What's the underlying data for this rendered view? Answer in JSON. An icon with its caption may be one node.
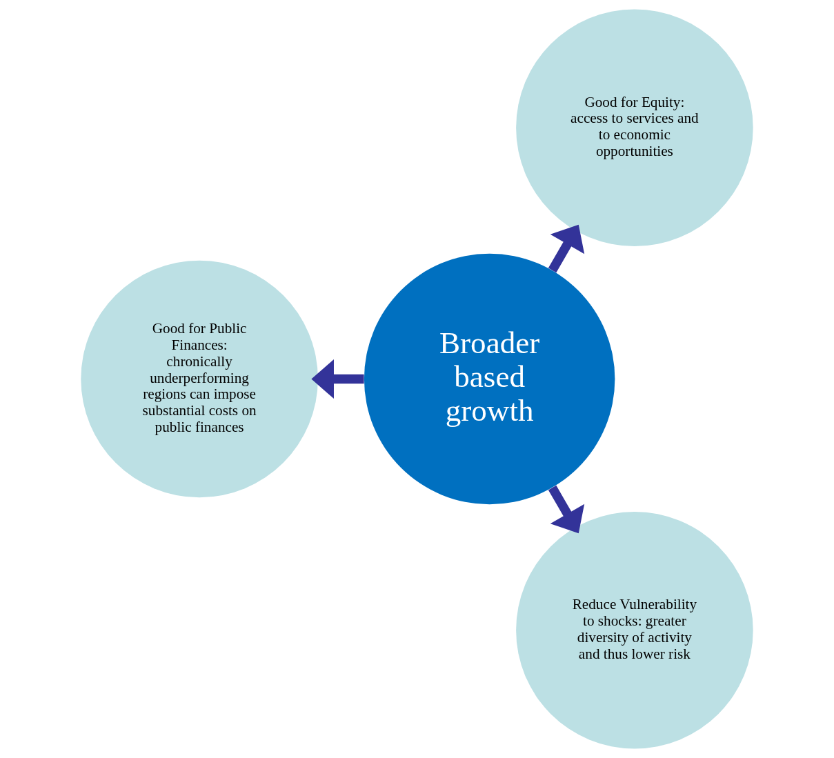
{
  "diagram": {
    "nodes": [
      {
        "text": [
          "Good for Equity: access to services and to economic opportunities"
        ]
      },
      {
        "text": [
          "Broader based growth"
        ]
      },
      {
        "text": [
          "Good for Public Finances: chronically underperforming regions can impose substantial costs on public finances"
        ]
      },
      {
        "text": [
          "Reduce Vulnerability to shocks: greater diversity of activity and thus lower risk"
        ]
      }
    ],
    "edges": [
      {
        "from": 1,
        "to": 0,
        "arrow": "to"
      },
      {
        "from": 1,
        "to": 2,
        "arrow": "to"
      },
      {
        "from": 1,
        "to": 3,
        "arrow": "to"
      }
    ]
  }
}
